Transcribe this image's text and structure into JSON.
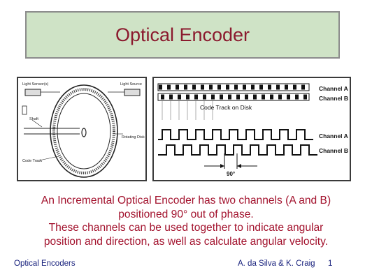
{
  "slide": {
    "title": "Optical Encoder",
    "body_lines": [
      "An Incremental Optical Encoder has two channels (A and B)",
      "positioned 90° out of phase.",
      "These channels can be used together to indicate angular",
      "position and direction, as well as calculate angular velocity."
    ]
  },
  "left_figure": {
    "labels": {
      "light_sensor": "Light Sensor(s)",
      "light_source": "Light Source",
      "shaft": "Shaft",
      "rotating_disk": "Rotating Disk",
      "code_track": "Code Track"
    }
  },
  "right_figure": {
    "channel_a_top": "Channel A",
    "channel_b_top": "Channel B",
    "code_track_label": "Code Track on Disk",
    "channel_a_wave": "Channel A",
    "channel_b_wave": "Channel B",
    "phase_label": "90°"
  },
  "footer": {
    "left": "Optical Encoders",
    "authors": "A. da Silva & K. Craig",
    "page": "1"
  },
  "colors": {
    "title_bg": "#cfe3c6",
    "title_text": "#8b1a2e",
    "body_text": "#a3132e",
    "footer_text": "#1a237e"
  }
}
